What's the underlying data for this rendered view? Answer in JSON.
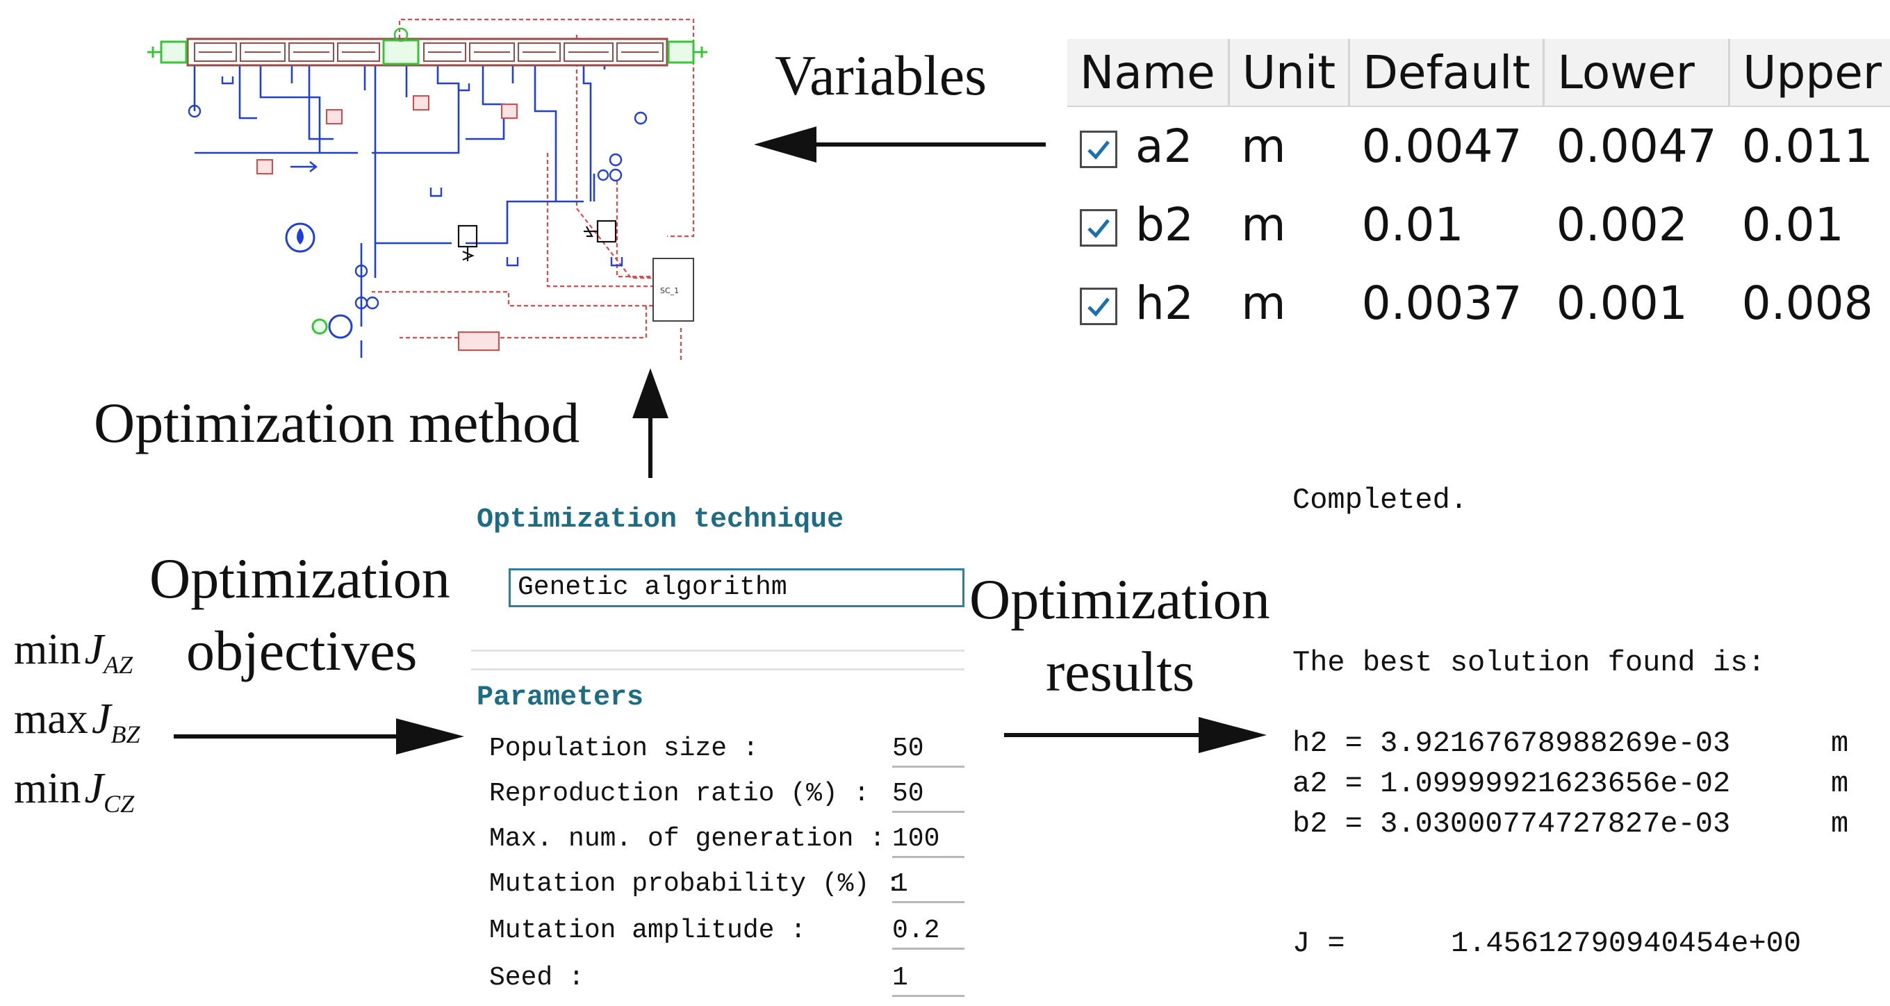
{
  "labels": {
    "variables": "Variables",
    "optimization_method": "Optimization method",
    "objectives_line1": "Optimization",
    "objectives_line2": "objectives",
    "results_line1": "Optimization",
    "results_line2": "results"
  },
  "objectives": [
    {
      "op": "min",
      "symbol": "J",
      "sub": "AZ"
    },
    {
      "op": "max",
      "symbol": "J",
      "sub": "BZ"
    },
    {
      "op": "min",
      "symbol": "J",
      "sub": "CZ"
    }
  ],
  "variables_table": {
    "headers": [
      "Name",
      "Unit",
      "Default",
      "Lower",
      "Upper"
    ],
    "rows": [
      {
        "checked": true,
        "name": "a2",
        "unit": "m",
        "default": "0.0047",
        "lower": "0.0047",
        "upper": "0.011"
      },
      {
        "checked": true,
        "name": "b2",
        "unit": "m",
        "default": "0.01",
        "lower": "0.002",
        "upper": "0.01"
      },
      {
        "checked": true,
        "name": "h2",
        "unit": "m",
        "default": "0.0037",
        "lower": "0.001",
        "upper": "0.008"
      }
    ]
  },
  "technique_panel": {
    "section_title": "Optimization technique",
    "technique": "Genetic algorithm",
    "params_title": "Parameters",
    "params": [
      {
        "label": "Population size :",
        "value": "50"
      },
      {
        "label": "Reproduction ratio (%) :",
        "value": "50"
      },
      {
        "label": "Max. num. of generation :",
        "value": "100"
      },
      {
        "label": "Mutation probability (%) :",
        "value": "1"
      },
      {
        "label": "Mutation amplitude :",
        "value": "0.2"
      },
      {
        "label": "Seed :",
        "value": "1"
      }
    ]
  },
  "results_panel": {
    "status": "Completed.",
    "header": "The best solution found is:",
    "solutions": [
      {
        "name": "h2",
        "eq": "=",
        "value": "3.92167678988269e-03",
        "unit": "m"
      },
      {
        "name": "a2",
        "eq": "=",
        "value": "1.09999921623656e-02",
        "unit": "m"
      },
      {
        "name": "b2",
        "eq": "=",
        "value": "3.03000774727827e-03",
        "unit": "m"
      }
    ],
    "objective_name": "J =",
    "objective_value": "1.45612790940454e+00"
  },
  "diagram": {
    "block_label": "SC_1"
  },
  "colors": {
    "accent_teal": "#1c6c86",
    "check_blue": "#1c6fb0",
    "hydraulic_blue": "#1f3fd8",
    "signal_red": "#e24848",
    "block_brown": "#9b4a46",
    "port_green": "#37c437"
  }
}
